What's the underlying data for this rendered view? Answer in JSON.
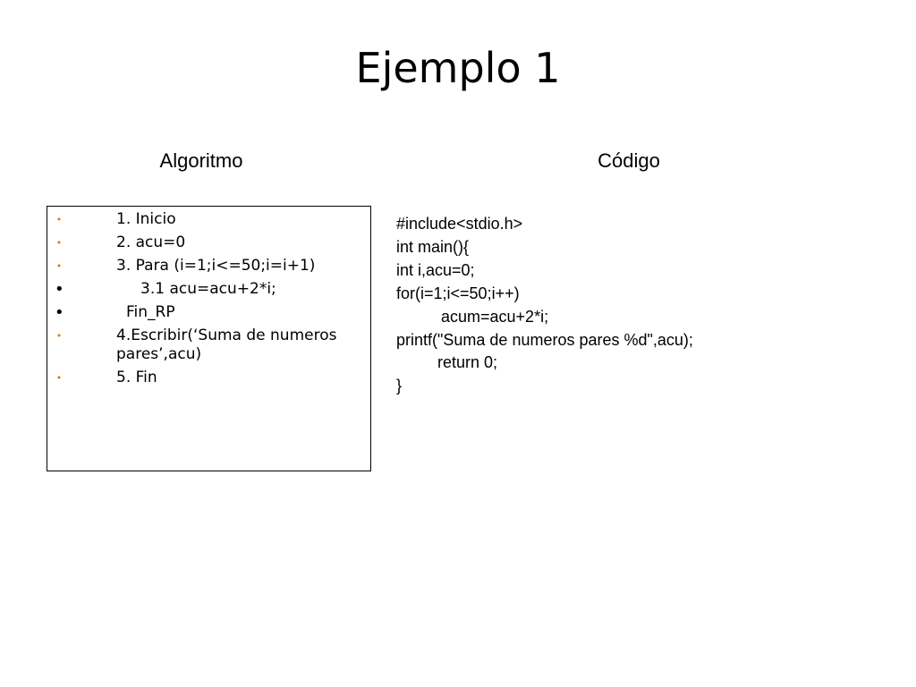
{
  "slide": {
    "title": "Ejemplo 1"
  },
  "columns": {
    "left_heading": "Algoritmo",
    "right_heading": "Código"
  },
  "algorithm": {
    "steps": [
      {
        "text": "1. Inicio",
        "bullet": "•",
        "bullet_color": "#e07b00"
      },
      {
        "text": "2. acu=0",
        "bullet": "•",
        "bullet_color": "#e07b00"
      },
      {
        "text": "3. Para (i=1;i<=50;i=i+1)",
        "bullet": "•",
        "bullet_color": "#e07b00"
      },
      {
        "text": "3.1  acu=acu+2*i;",
        "bullet": "•",
        "bullet_color": "#000000"
      },
      {
        "text": "Fin_RP",
        "bullet": "•",
        "bullet_color": "#000000"
      },
      {
        "text": "4.Escribir(‘Suma de numeros pares’,acu)",
        "bullet": "•",
        "bullet_color": "#e07b00"
      },
      {
        "text": "5. Fin",
        "bullet": "•",
        "bullet_color": "#e07b00"
      }
    ]
  },
  "code": {
    "lines": [
      "#include<stdio.h>",
      "int main(){",
      "int i,acu=0;",
      "for(i=1;i<=50;i++)",
      "acum=acu+2*i;",
      "printf(\"Suma de numeros pares %d\",acu);",
      "return 0;",
      "}"
    ]
  }
}
